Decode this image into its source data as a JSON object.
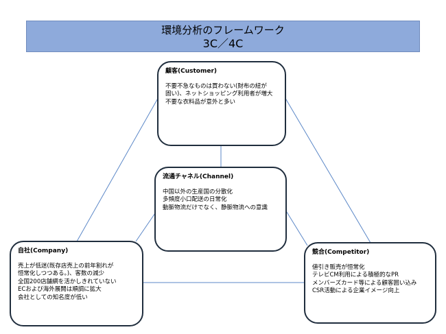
{
  "title": {
    "main": "環境分析のフレームワーク",
    "sub": "3C／4C"
  },
  "customer": {
    "heading": "顧客(Customer)",
    "lines": [
      "不要不急なものは買わない(財布の紐が",
      "固い)、ネットショッピング利用者が増大",
      "不要な衣料品が意外と多い"
    ]
  },
  "channel": {
    "heading": "流通チャネル(Channel)",
    "lines": [
      "中国以外の生産国の分散化",
      "多頻度小口配送の日常化",
      "動脈物流だけでなく、静脈物流への意識"
    ]
  },
  "company": {
    "heading": "自社(Company)",
    "lines": [
      "売上が低迷(既存店売上の前年割れが",
      "恒常化しつつある。)、客数の減少",
      "全国200店舗網を活かしきれていない",
      "ECおよび海外展開は順調に拡大",
      "会社としての知名度が低い"
    ]
  },
  "competitor": {
    "heading": "競合(Competitor)",
    "lines": [
      "値引き販売が恒常化",
      "テレビCM利用による積極的なPR",
      "メンバーズカード等による顧客囲い込み",
      "CSR活動による企業イメージ向上"
    ]
  },
  "colors": {
    "title_fill": "#8eaadb",
    "connector": "#5b87c7",
    "box_border": "#1f2d3d"
  }
}
